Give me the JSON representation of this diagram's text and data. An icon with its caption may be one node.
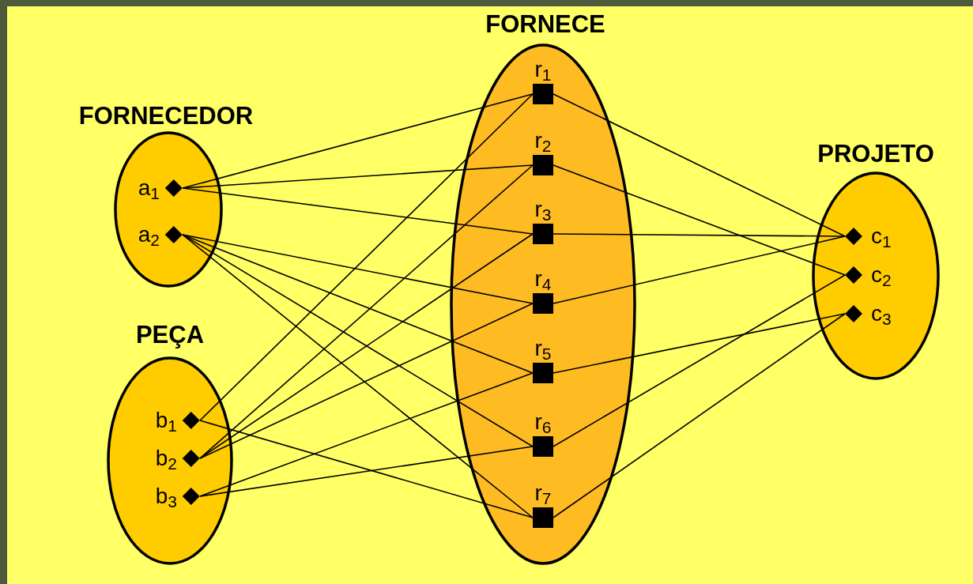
{
  "diagram": {
    "nodes": [
      {
        "text": [
          "FORNECEDOR"
        ]
      },
      {
        "text": [
          "a$_{1}$"
        ],
        "in": 0
      },
      {
        "text": [
          "a$_{2}$"
        ],
        "in": 0
      },
      {
        "text": [
          "PEÇA"
        ]
      },
      {
        "text": [
          "b$_{1}$"
        ],
        "in": 3
      },
      {
        "text": [
          "b$_{2}$"
        ],
        "in": 3
      },
      {
        "text": [
          "b$_{3}$"
        ],
        "in": 3
      },
      {
        "text": [
          "FORNECE"
        ]
      },
      {
        "text": [
          "r$_{1}$"
        ],
        "in": 7
      },
      {
        "text": [
          "r$_{2}$"
        ],
        "in": 7
      },
      {
        "text": [
          "r$_{3}$"
        ],
        "in": 7
      },
      {
        "text": [
          "r$_{4}$"
        ],
        "in": 7
      },
      {
        "text": [
          "r$_{5}$"
        ],
        "in": 7
      },
      {
        "text": [
          "r$_{6}$"
        ],
        "in": 7
      },
      {
        "text": [
          "r$_{7}$"
        ],
        "in": 7
      },
      {
        "text": [
          "PROJETO"
        ]
      },
      {
        "text": [
          "c$_{1}$"
        ],
        "in": 15
      },
      {
        "text": [
          "c$_{2}$"
        ],
        "in": 15
      },
      {
        "text": [
          "c$_{3}$"
        ],
        "in": 15
      }
    ],
    "edges": [
      {
        "from": 1,
        "to": 8,
        "arrow": "none"
      },
      {
        "from": 1,
        "to": 9,
        "arrow": "none"
      },
      {
        "from": 1,
        "to": 10,
        "arrow": "none"
      },
      {
        "from": 2,
        "to": 11,
        "arrow": "none"
      },
      {
        "from": 2,
        "to": 12,
        "arrow": "none"
      },
      {
        "from": 2,
        "to": 13,
        "arrow": "none"
      },
      {
        "from": 2,
        "to": 14,
        "arrow": "none"
      },
      {
        "from": 4,
        "to": 8,
        "arrow": "none"
      },
      {
        "from": 4,
        "to": 14,
        "arrow": "none"
      },
      {
        "from": 5,
        "to": 9,
        "arrow": "none"
      },
      {
        "from": 5,
        "to": 10,
        "arrow": "none"
      },
      {
        "from": 5,
        "to": 11,
        "arrow": "none"
      },
      {
        "from": 6,
        "to": 12,
        "arrow": "none"
      },
      {
        "from": 6,
        "to": 13,
        "arrow": "none"
      },
      {
        "from": 8,
        "to": 16,
        "arrow": "none"
      },
      {
        "from": 9,
        "to": 17,
        "arrow": "none"
      },
      {
        "from": 10,
        "to": 16,
        "arrow": "none"
      },
      {
        "from": 11,
        "to": 16,
        "arrow": "none"
      },
      {
        "from": 12,
        "to": 18,
        "arrow": "none"
      },
      {
        "from": 13,
        "to": 17,
        "arrow": "none"
      },
      {
        "from": 14,
        "to": 18,
        "arrow": "none"
      }
    ]
  }
}
